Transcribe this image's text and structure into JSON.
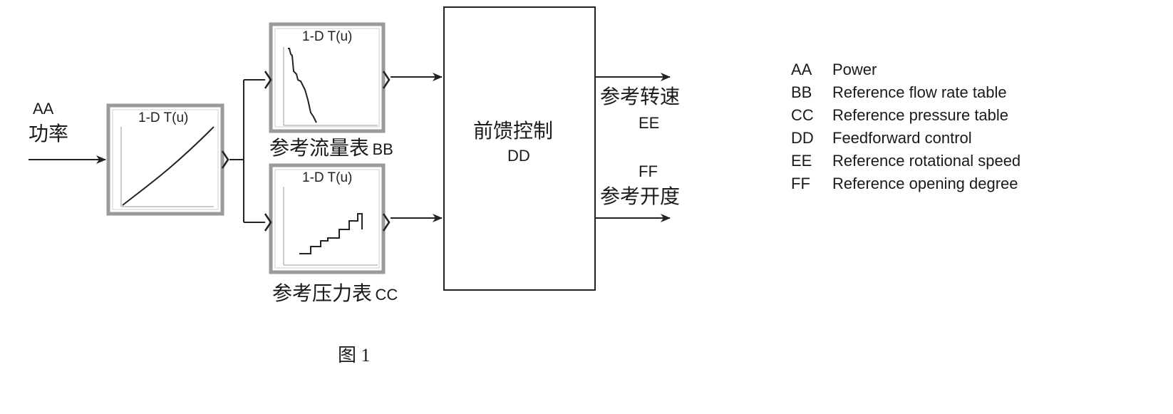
{
  "input": {
    "code": "AA",
    "label": "功率"
  },
  "lookup_tables": {
    "power": {
      "title": "1-D T(u)"
    },
    "flow": {
      "title": "1-D T(u)",
      "label": "参考流量表",
      "code": "BB"
    },
    "pressure": {
      "title": "1-D T(u)",
      "label": "参考压力表",
      "code": "CC"
    }
  },
  "controller": {
    "label": "前馈控制",
    "code": "DD"
  },
  "outputs": {
    "speed": {
      "label": "参考转速",
      "code": "EE"
    },
    "opening": {
      "label": "参考开度",
      "code": "FF"
    }
  },
  "legend": [
    {
      "code": "AA",
      "text": "Power"
    },
    {
      "code": "BB",
      "text": "Reference flow rate table"
    },
    {
      "code": "CC",
      "text": "Reference pressure table"
    },
    {
      "code": "DD",
      "text": "Feedforward control"
    },
    {
      "code": "EE",
      "text": "Reference rotational speed"
    },
    {
      "code": "FF",
      "text": "Reference opening degree"
    }
  ],
  "caption": "图 1"
}
